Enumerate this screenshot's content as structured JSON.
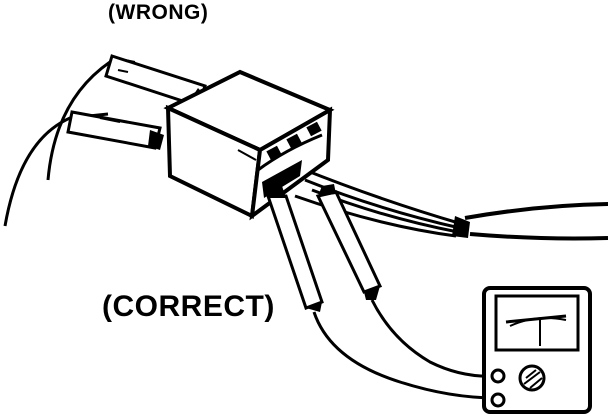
{
  "labels": {
    "wrong": "(WRONG)",
    "correct": "(CORRECT)"
  },
  "parts": {
    "connector": "connector-body",
    "wrong_probes": "probe-icon",
    "correct_probes": "probe-icon",
    "harness": "wire-harness",
    "meter": "voltmeter-icon"
  },
  "colors": {
    "ink": "#000000",
    "paper": "#ffffff"
  }
}
